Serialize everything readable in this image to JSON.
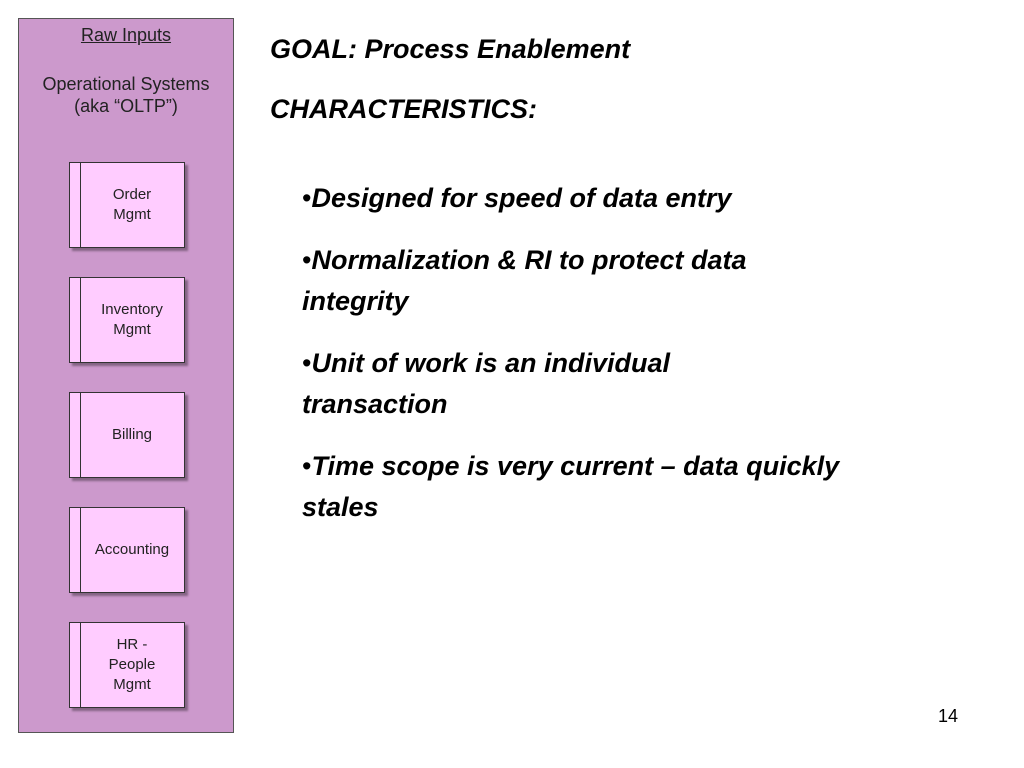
{
  "panel": {
    "title": "Raw Inputs",
    "subtitle": "Operational Systems\n(aka “OLTP”)",
    "systems": [
      {
        "label": "Order\nMgmt"
      },
      {
        "label": "Inventory\nMgmt"
      },
      {
        "label": "Billing"
      },
      {
        "label": "Accounting"
      },
      {
        "label": "HR -\nPeople\nMgmt"
      }
    ]
  },
  "goal": "GOAL:  Process Enablement",
  "characteristics_heading": "CHARACTERISTICS:",
  "bullet_mark": "•",
  "bullets": [
    {
      "text": "Designed for speed of data entry"
    },
    {
      "text": "Normalization & RI to protect data integrity"
    },
    {
      "text": "Unit of work is an individual transaction"
    },
    {
      "text": "Time scope is very current – data quickly stales"
    }
  ],
  "page_number": "14"
}
